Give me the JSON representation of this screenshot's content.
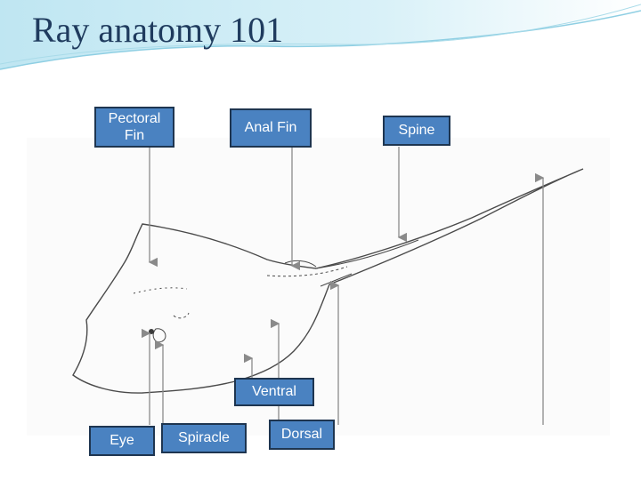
{
  "slide": {
    "title": "Ray anatomy 101"
  },
  "labels": {
    "pectoral_fin": "Pectoral\nFin",
    "anal_fin": "Anal Fin",
    "spine": "Spine",
    "ventral": "Ventral",
    "eye": "Eye",
    "spiracle": "Spiracle",
    "dorsal": "Dorsal"
  },
  "colors": {
    "label_fill": "#4a82c1",
    "label_border": "#1e3550",
    "title_text": "#1f3b5e",
    "banner": "#bfe6f2",
    "arrow": "#8a8a8a"
  }
}
